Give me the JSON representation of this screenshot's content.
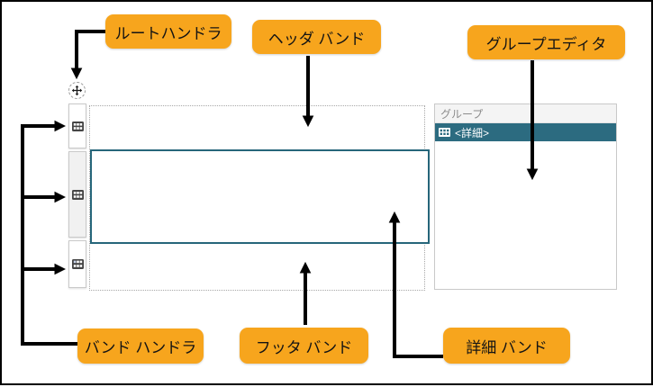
{
  "figure": {
    "description": "band-report-designer-annotated-figure"
  },
  "callouts": {
    "root_handler": "ルートハンドラ",
    "header_band": "ヘッダ バンド",
    "group_editor": "グループエディタ",
    "band_handler": "バンド ハンドラ",
    "footer_band": "フッタ バンド",
    "detail_band": "詳細 バンド"
  },
  "group_panel": {
    "title": "グループ",
    "rows": [
      {
        "label": "<詳細>",
        "selected": true,
        "icon": "table-band-icon"
      }
    ]
  },
  "icons": {
    "root_handler": "move-icon",
    "band_handler_header": "table-band-icon",
    "band_handler_detail": "table-band-icon",
    "band_handler_footer": "table-band-icon",
    "group_row": "table-band-icon-white"
  },
  "colors": {
    "callout_bg": "#F7A51D",
    "callout_text": "#141414",
    "detail_band_border": "#26667A",
    "group_row_bg": "#2C6B80",
    "group_header_bg": "#F4F4F4",
    "group_header_text": "#8C8C8C",
    "surface_dotted_border": "#A8A8A8",
    "arrow": "#000000",
    "frame_border": "#000000"
  }
}
